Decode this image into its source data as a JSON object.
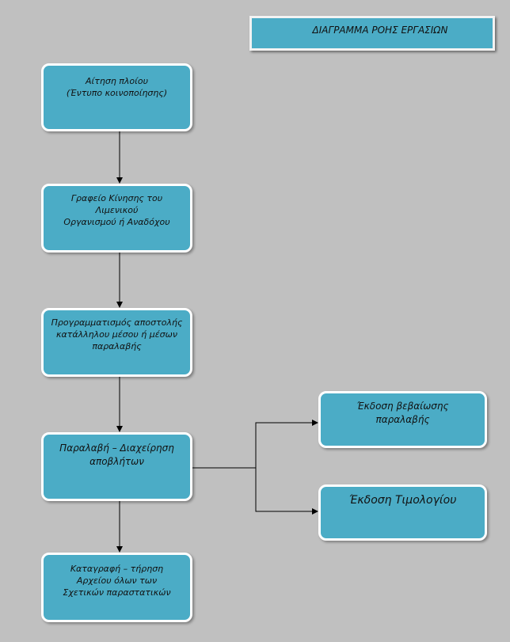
{
  "diagram": {
    "title": "ΔΙΑΓΡΑΜΜΑ ΡΟΗΣ ΕΡΓΑΣΙΩΝ",
    "nodes": {
      "ship_request": "Αίτηση πλοίου\n(Έντυπο κοινοποίησης)",
      "port_office": "Γραφείο Κίνησης του\nΛιμενικού\nΟργανισμού ή Αναδόχου",
      "scheduling": "Προγραμματισμός αποστολής\nκατάλληλου μέσου ή μέσων\nπαραλαβής",
      "waste_handling": "Παραλαβή – Διαχείρηση\nαποβλήτων",
      "records": "Καταγραφή – τήρηση\nΑρχείου όλων των\nΣχετικών παραστατικών",
      "receipt_certificate": "Έκδοση βεβαίωσης\n      παραλαβής",
      "invoice": "Έκδοση Τιμολογίου"
    },
    "colors": {
      "background": "#c0c0c0",
      "box_fill": "#4bacc6",
      "box_border": "#ffffff",
      "connector": "#000000"
    }
  }
}
